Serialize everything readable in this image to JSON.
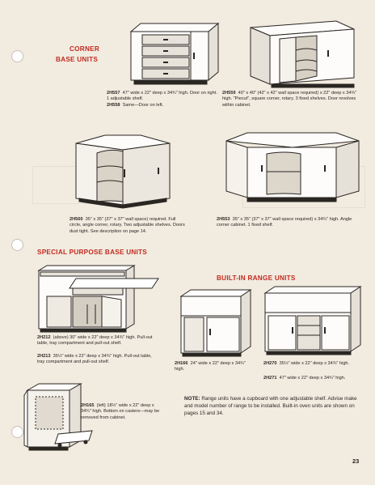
{
  "sections": {
    "corner_heading": [
      "CORNER",
      "BASE UNITS"
    ],
    "special_heading": "SPECIAL PURPOSE BASE UNITS",
    "builtin_heading": "BUILT-IN RANGE UNITS"
  },
  "captions": {
    "2H557": {
      "code": "2H557",
      "text": "47\" wide x 22\" deep x 34¾\" high. Door on right. 1 adjustable shelf."
    },
    "2H558": {
      "code": "2H558",
      "text": "Same—Door on left."
    },
    "2H559": {
      "code": "2H559",
      "text": "40\" x 40\" (42\" x 42\" wall space required) x 22\" deep x 34¾\" high. \"Piecut\", square corner, rotary. 3 fixed shelves. Door revolves within cabinet."
    },
    "2H560": {
      "code": "2H560",
      "text": "35\" x 35\" (37\" x 37\" wall space) required. Full circle, angle corner, rotary. Two adjustable shelves. Doors dust tight. See description on page 14."
    },
    "2H553": {
      "code": "2H553",
      "text": "35\" x 35\" (37\" x 37\" wall space required) x 34¾\" high. Angle corner cabinet. 1 fixed shelf."
    },
    "2H212": {
      "code": "2H212",
      "text": "(above) 30\" wide x 22\" deep x 34¾\" high. Pull-out table, tray compartment and pull-out shelf."
    },
    "2H213": {
      "code": "2H213",
      "text": "35½\" wide x 22\" deep x 34¾\" high. Pull-out table, tray compartment and pull-out shelf."
    },
    "2H165": {
      "code": "2H165",
      "text": "(left) 18½\" wide x 22\" deep x 34¾\" high. Bottom on casters—may be removed from cabinet."
    },
    "2H166": {
      "code": "2H166",
      "text": "24\" wide x 22\" deep x 34¾\" high."
    },
    "2H270": {
      "code": "2H270",
      "text": "35½\" wide x 22\" deep x 34¾\" high."
    },
    "2H271": {
      "code": "2H271",
      "text": "47\" wide x 22\" deep x 34¾\" high."
    }
  },
  "note": {
    "label": "NOTE:",
    "text": "Range units have a cupboard with one adjustable shelf. Advise make and model number of range to be installed. Built-in oven units are shown on pages 15 and 34."
  },
  "page_number": "23",
  "colors": {
    "paper": "#f1ebe0",
    "heading_red": "#c42b1f",
    "ink": "#2b2723"
  }
}
